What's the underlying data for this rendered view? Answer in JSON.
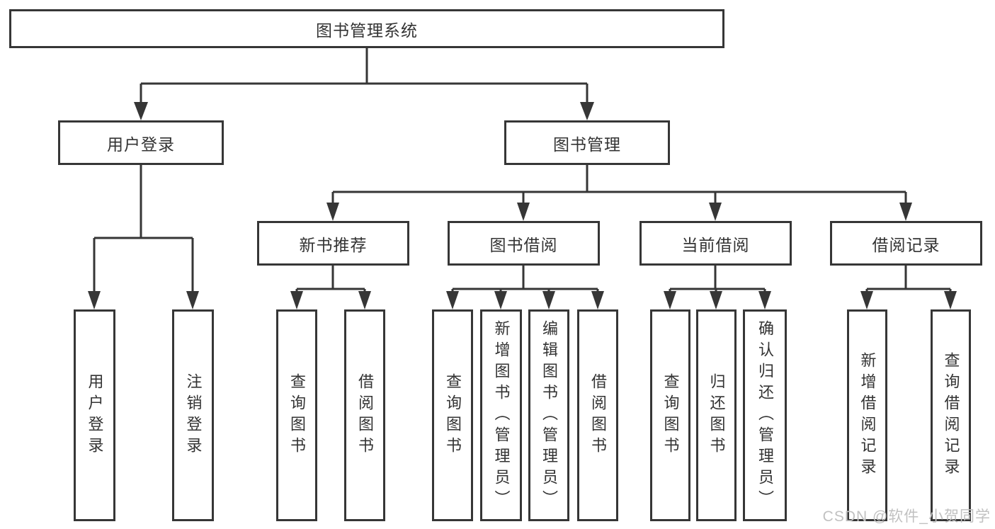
{
  "title": "图书管理系统",
  "watermark": "CSDN @软件_小贺同学",
  "colors": {
    "line": "#363636",
    "text": "#333333",
    "box_fill": "#ffffff",
    "background": "#ffffff",
    "watermark": "#c1c1c1"
  },
  "nodes": {
    "root": {
      "label": "图书管理系统"
    },
    "user_login": {
      "label": "用户登录"
    },
    "book_management": {
      "label": "图书管理"
    },
    "leaf_user_login": {
      "label": "用户登录"
    },
    "leaf_logout": {
      "label": "注销登录"
    },
    "new_book_recommend": {
      "label": "新书推荐"
    },
    "book_borrow": {
      "label": "图书借阅"
    },
    "current_borrow": {
      "label": "当前借阅"
    },
    "borrow_record": {
      "label": "借阅记录"
    },
    "nb_query_books": {
      "label": "查询图书"
    },
    "nb_borrow_books": {
      "label": "借阅图书"
    },
    "bb_query_books": {
      "label": "查询图书"
    },
    "bb_add_books": {
      "label": "新增图书（管理员）"
    },
    "bb_edit_books": {
      "label": "编辑图书（管理员）"
    },
    "bb_borrow_books": {
      "label": "借阅图书"
    },
    "cb_query_books": {
      "label": "查询图书"
    },
    "cb_return_books": {
      "label": "归还图书"
    },
    "cb_confirm_return": {
      "label": "确认归还（管理员）"
    },
    "br_add_record": {
      "label": "新增借阅记录"
    },
    "br_query_record": {
      "label": "查询借阅记录"
    }
  }
}
